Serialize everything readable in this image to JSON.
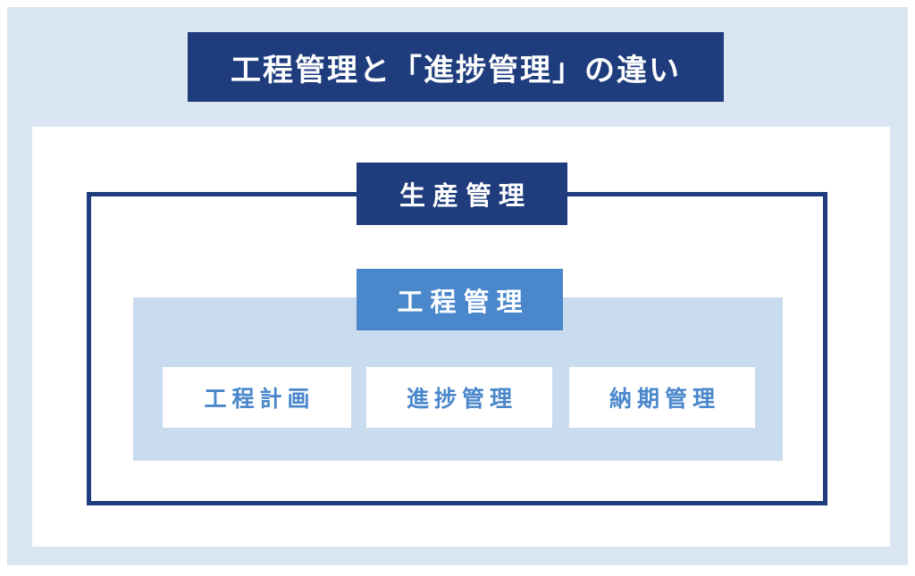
{
  "title": "工程管理と「進捗管理」の違い",
  "diagram": {
    "parent_node": "生産管理",
    "child_node": "工程管理",
    "sub_items": [
      "工程計画",
      "進捗管理",
      "納期管理"
    ]
  },
  "colors": {
    "navy": "#1f3d7c",
    "medium_blue": "#4a87cb",
    "container_light_blue": "#c9dbee",
    "page_background_blue": "#d9e5f1",
    "leaf_background": "#ffffff",
    "leaf_text_blue": "#4a87cb",
    "title_text": "#ffffff"
  }
}
